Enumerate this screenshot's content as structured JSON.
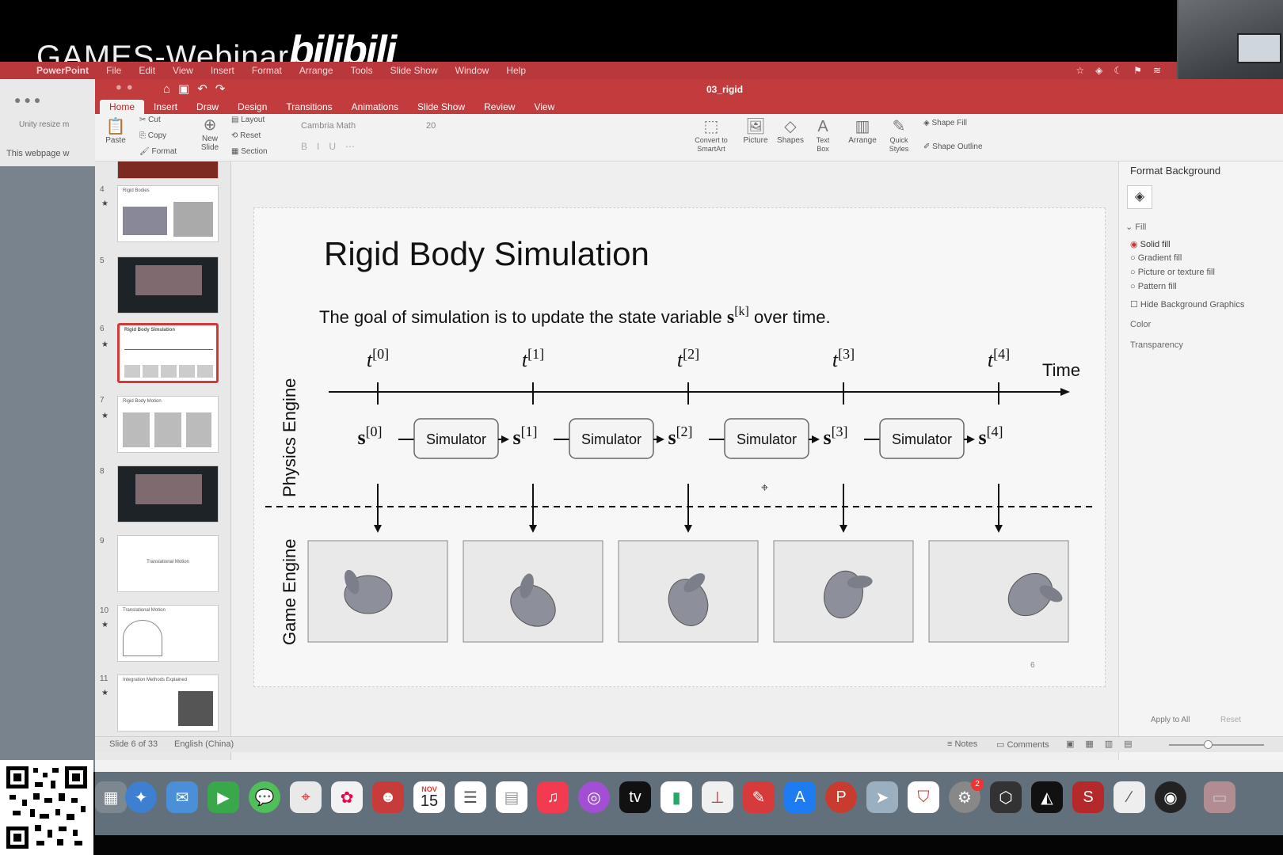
{
  "overlay": {
    "webinar_title": "GAMES-Webinar",
    "logo_text": "bilibili"
  },
  "menubar": {
    "items": [
      "PowerPoint",
      "File",
      "Edit",
      "View",
      "Insert",
      "Format",
      "Arrange",
      "Tools",
      "Slide Show",
      "Window",
      "Help"
    ]
  },
  "browser": {
    "tab_text": "Unity resize m",
    "notice": "This webpage w"
  },
  "window": {
    "title": "03_rigid"
  },
  "ribbon": {
    "tabs": [
      "Home",
      "Insert",
      "Draw",
      "Design",
      "Transitions",
      "Animations",
      "Slide Show",
      "Review",
      "View"
    ],
    "paste": "Paste",
    "cut": "Cut",
    "copy": "Copy",
    "format": "Format",
    "new_slide": "New Slide",
    "layout": "Layout",
    "reset": "Reset",
    "section": "Section",
    "font": "Cambria Math",
    "size": "20",
    "convert_smartart": "Convert to SmartArt",
    "picture": "Picture",
    "shapes": "Shapes",
    "text_box": "Text Box",
    "arrange": "Arrange",
    "quick_styles": "Quick Styles",
    "shape_fill": "Shape Fill",
    "shape_outline": "Shape Outline"
  },
  "thumbnails": [
    {
      "num": "4",
      "title": "Rigid Bodies"
    },
    {
      "num": "5",
      "title": ""
    },
    {
      "num": "6",
      "title": "Rigid Body Simulation"
    },
    {
      "num": "7",
      "title": "Rigid Body Motion"
    },
    {
      "num": "8",
      "title": ""
    },
    {
      "num": "9",
      "title": "Translational Motion"
    },
    {
      "num": "10",
      "title": "Translational Motion"
    },
    {
      "num": "11",
      "title": "Integration Methods Explained"
    }
  ],
  "slide": {
    "title": "Rigid Body Simulation",
    "subtitle_before": "The goal of simulation is to update the state variable ",
    "subtitle_var": "s",
    "subtitle_sup": "[k]",
    "subtitle_after": " over time.",
    "time_label": "Time",
    "t_labels": [
      "0",
      "1",
      "2",
      "3",
      "4"
    ],
    "s_labels": [
      "0",
      "1",
      "2",
      "3",
      "4"
    ],
    "simulator_label": "Simulator",
    "physics_label": "Physics Engine",
    "game_label": "Game Engine",
    "page_number": "6"
  },
  "pane": {
    "title": "Format Background",
    "fill": "Fill",
    "options": [
      "Solid fill",
      "Gradient fill",
      "Picture or texture fill",
      "Pattern fill"
    ],
    "hide": "Hide Background Graphics",
    "color": "Color",
    "transparency": "Transparency",
    "apply_all": "Apply to All",
    "reset": "Reset"
  },
  "status": {
    "slide_of": "Slide 6 of 33",
    "language": "English (China)",
    "notes": "Notes",
    "comments": "Comments"
  },
  "dock": {
    "calendar_month": "NOV",
    "calendar_day": "15",
    "badge": "2"
  }
}
